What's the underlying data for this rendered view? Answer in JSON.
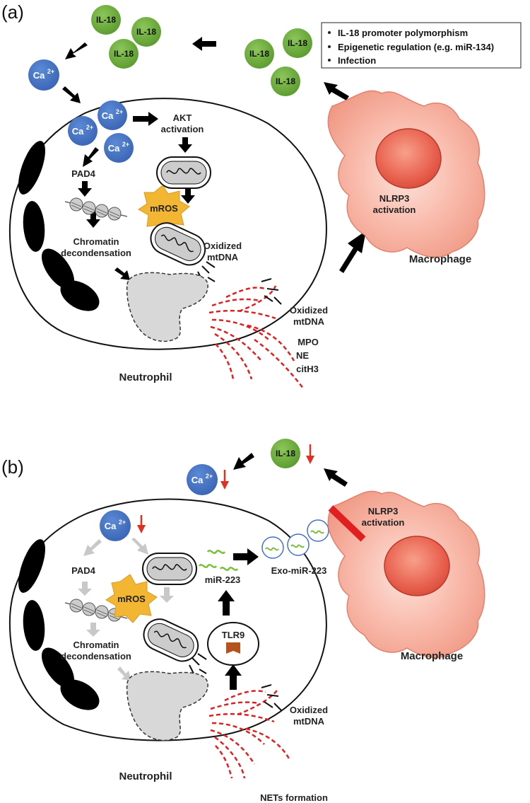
{
  "panel_a": {
    "letter": "(a)",
    "il18_label": "IL-18",
    "ca_base": "Ca",
    "ca_sup": "2+",
    "info_box": [
      "IL-18 promoter polymorphism",
      "Epigenetic regulation (e.g. miR-134)",
      "Infection"
    ],
    "akt_line1": "AKT",
    "akt_line2": "activation",
    "pad4": "PAD4",
    "mros": "mROS",
    "chromatin_line1": "Chromatin",
    "chromatin_line2": "decondensation",
    "oxidized_inner_line1": "Oxidized",
    "oxidized_inner_line2": "mtDNA",
    "oxidized_outer_line1": "Oxidized",
    "oxidized_outer_line2": "mtDNA",
    "mpo": "MPO",
    "ne": "NE",
    "cith3": "citH3",
    "nlrp3_line1": "NLRP3",
    "nlrp3_line2": "activation",
    "macrophage": "Macrophage",
    "neutrophil": "Neutrophil"
  },
  "panel_b": {
    "letter": "(b)",
    "il18_label": "IL-18",
    "ca_base": "Ca",
    "ca_sup": "2+",
    "nlrp3_line1": "NLRP3",
    "nlrp3_line2": "activation",
    "pad4": "PAD4",
    "mros": "mROS",
    "mir223": "miR-223",
    "exo_mir223": "Exo-miR-223",
    "tlr9": "TLR9",
    "chromatin_line1": "Chromatin",
    "chromatin_line2": "decondensation",
    "oxidized_line1": "Oxidized",
    "oxidized_line2": "mtDNA",
    "macrophage": "Macrophage",
    "neutrophil": "Neutrophil",
    "nets": "NETs formation"
  },
  "colors": {
    "il18_green": "#6aaa3a",
    "ca_blue": "#4472c4",
    "macrophage_fill": "#f6a99a",
    "nucleus_fill": "#e8594a",
    "mros_yellow": "#f2b632",
    "net_red": "#e02020",
    "down_arrow_red": "#e03020",
    "gray_arrow": "#c8c8c8"
  }
}
